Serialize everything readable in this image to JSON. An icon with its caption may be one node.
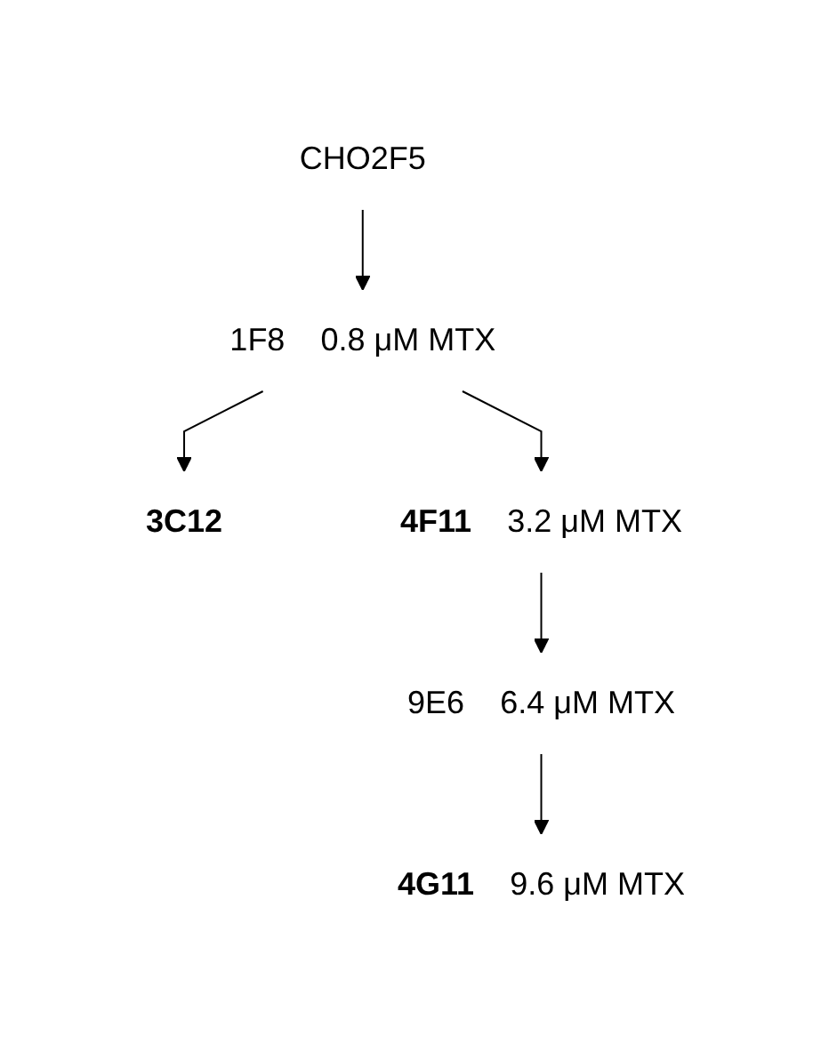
{
  "diagram": {
    "nodes": [
      {
        "text": [
          "CHO2F5"
        ]
      },
      {
        "text": [
          "1F8"
        ],
        "beside": [
          "0.8 μM MTX"
        ]
      },
      {
        "text": [
          "3C12"
        ]
      },
      {
        "text": [
          "4F11"
        ],
        "beside": [
          "3.2 μM MTX"
        ]
      },
      {
        "text": [
          "9E6"
        ],
        "beside": [
          "6.4 μM MTX"
        ]
      },
      {
        "text": [
          "4G11"
        ],
        "beside": [
          "9.6 μM MTX"
        ]
      }
    ],
    "edges": [
      {
        "from": 0,
        "to": 1,
        "arrow": "to"
      },
      {
        "from": 1,
        "to": 2,
        "arrow": "to"
      },
      {
        "from": 1,
        "to": 3,
        "arrow": "to"
      },
      {
        "from": 3,
        "to": 4,
        "arrow": "to"
      },
      {
        "from": 4,
        "to": 5,
        "arrow": "to"
      }
    ]
  }
}
